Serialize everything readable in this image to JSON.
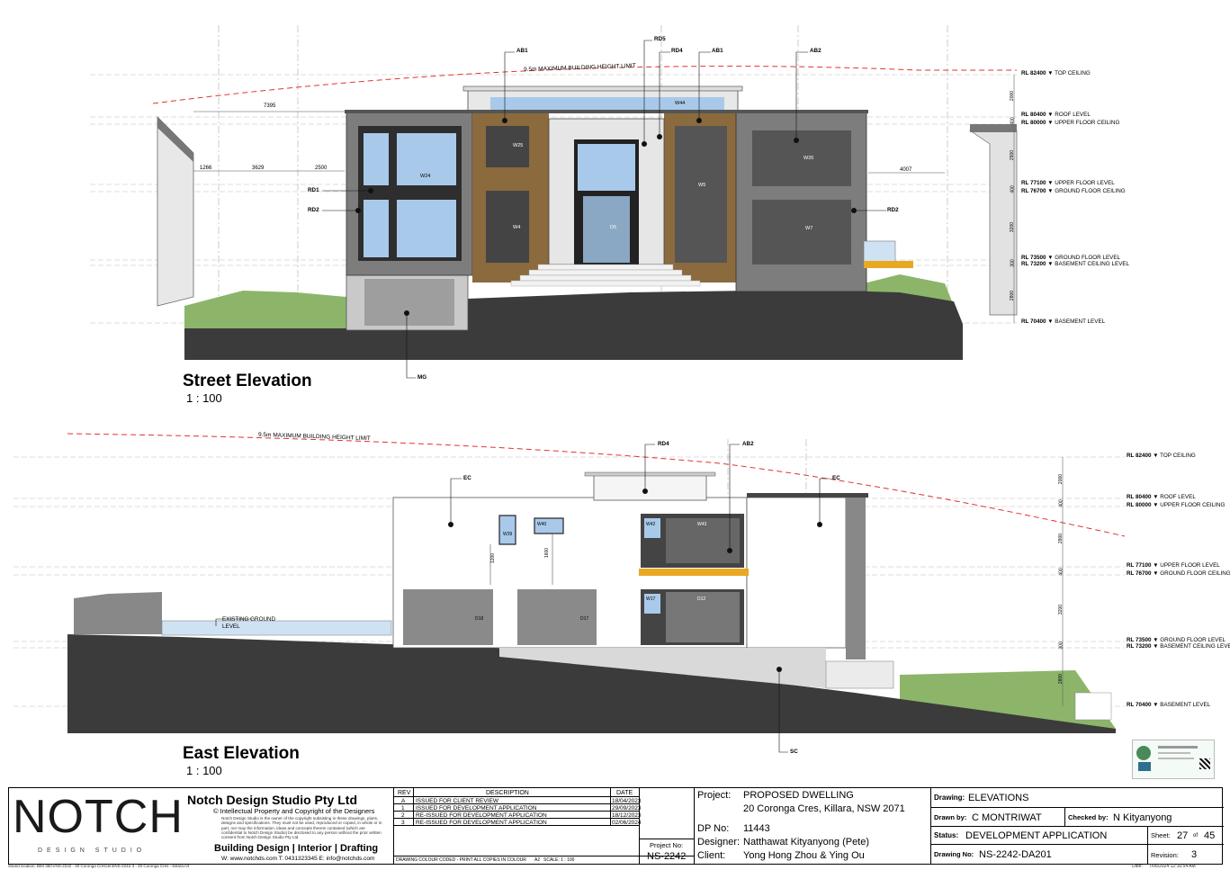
{
  "elevations": {
    "street": {
      "title": "Street Elevation",
      "scale": "1 : 100"
    },
    "east": {
      "title": "East Elevation",
      "scale": "1 : 100"
    }
  },
  "height_limit_label": "9.5m MAXIMUM BUILDING HEIGHT LIMIT",
  "levels": [
    {
      "rl": "RL 82400",
      "name": "TOP CEILING"
    },
    {
      "rl": "RL 80400",
      "name": "ROOF LEVEL"
    },
    {
      "rl": "RL 80000",
      "name": "UPPER FLOOR CEILING"
    },
    {
      "rl": "RL 77100",
      "name": "UPPER FLOOR LEVEL"
    },
    {
      "rl": "RL 76700",
      "name": "GROUND FLOOR CEILING"
    },
    {
      "rl": "RL 73500",
      "name": "GROUND FLOOR LEVEL"
    },
    {
      "rl": "RL 73200",
      "name": "BASEMENT CEILING LEVEL"
    },
    {
      "rl": "RL 70400",
      "name": "BASEMENT LEVEL"
    }
  ],
  "level_dims": [
    "2000",
    "400",
    "2900",
    "400",
    "3200",
    "300",
    "2800"
  ],
  "street_dims": [
    "7395",
    "1266",
    "3629",
    "2500",
    "4007"
  ],
  "street_tags": [
    "AB1",
    "RD5",
    "RD4",
    "AB1",
    "AB2",
    "RD1",
    "RD2",
    "RD2",
    "MG"
  ],
  "street_windows": [
    "W44",
    "W25",
    "W24",
    "W4",
    "D5",
    "W5",
    "W26",
    "W7"
  ],
  "east_tags": [
    "RD4",
    "AB2",
    "EC",
    "EC",
    "SC"
  ],
  "east_windows": [
    "W39",
    "W40",
    "W42",
    "W43",
    "W17",
    "D12",
    "D18",
    "D17"
  ],
  "east_dims": [
    "1200",
    "1600"
  ],
  "existing_ground": "EXISTING GROUND LEVEL",
  "company": {
    "name": "Notch Design Studio Pty Ltd",
    "copyright": "© Intellectual Property and Copyright of the Designers",
    "disclaimer": "Notch Design Studio is the owner of the copyright subsisting in these drawings, plans, designs and specifications. They must not be used, reproduced or copied, in whole or in part, nor may the information, ideas and concepts therein contained (which are confidential to Notch Design Studio) be disclosed to any person without the prior written consent from Notch Design Studio Pty Ltd.",
    "services": "Building Design | Interior | Drafting",
    "contacts": "W: www.notchds.com  T: 0431323345  E: info@notchds.com",
    "logo": "NOTCH",
    "logo_sub": "DESIGN STUDIO"
  },
  "revisions": {
    "headers": {
      "rev": "REV",
      "description": "DESCRIPTION",
      "date": "DATE"
    },
    "rows": [
      {
        "rev": "A",
        "description": "ISSUED FOR CLIENT REVIEW",
        "date": "18/04/2023"
      },
      {
        "rev": "1",
        "description": "ISSUED FOR DEVELOPMENT APPLICATION",
        "date": "29/09/2023"
      },
      {
        "rev": "2",
        "description": "RE-ISSUED FOR DEVELOPMENT APPLICATION",
        "date": "18/12/2023"
      },
      {
        "rev": "3",
        "description": "RE-ISSUED FOR DEVELOPMENT APPLICATION",
        "date": "02/06/2024"
      }
    ],
    "note": "DRAWING COLOUR CODED - PRINT ALL COPIES IN COLOUR",
    "paper": "A2",
    "scale": "SCALE: 1 : 100"
  },
  "project_no_label": "Project No:",
  "project_no": "NS-2242",
  "project": {
    "project_label": "Project:",
    "project_value": "PROPOSED DWELLING",
    "address": "20 Coronga Cres, Killara, NSW 2071",
    "dp_label": "DP No:",
    "dp_value": "11443",
    "designer_label": "Designer:",
    "designer_value": "Natthawat Kityanyong (Pete)",
    "client_label": "Client:",
    "client_value": "Yong Hong Zhou & Ying Ou"
  },
  "drawing": {
    "drawing_label": "Drawing:",
    "drawing_value": "ELEVATIONS",
    "drawn_label": "Drawn by:",
    "drawn_value": "C MONTRIWAT",
    "checked_label": "Checked by:",
    "checked_value": "N Kityanyong",
    "status_label": "Status:",
    "status_value": "DEVELOPMENT APPLICATION",
    "sheet_label": "Sheet:",
    "sheet_value": "27",
    "sheet_of": "of",
    "sheet_total": "45",
    "drawing_no_label": "Drawing No:",
    "drawing_no_value": "NS-2242-DA201",
    "revision_label": "Revision:",
    "revision_value": "3"
  },
  "footer": {
    "saved": "Saved location:  BIM 360://NS-2242 - 20 Coronga Crescent/NS-2242-3 - 20 Coronga Cres - Killara.rvt",
    "date": "Date:",
    "date_value": "7/06/2024 12:16:54 AM"
  },
  "colors": {
    "cladding": "#7a7a7a",
    "timber": "#8b6a3e",
    "glass": "#a9c9ea",
    "ground": "#3b3b3b",
    "grass": "#8cb56a",
    "height_limit": "#e0332e",
    "accent": "#e8a823"
  }
}
